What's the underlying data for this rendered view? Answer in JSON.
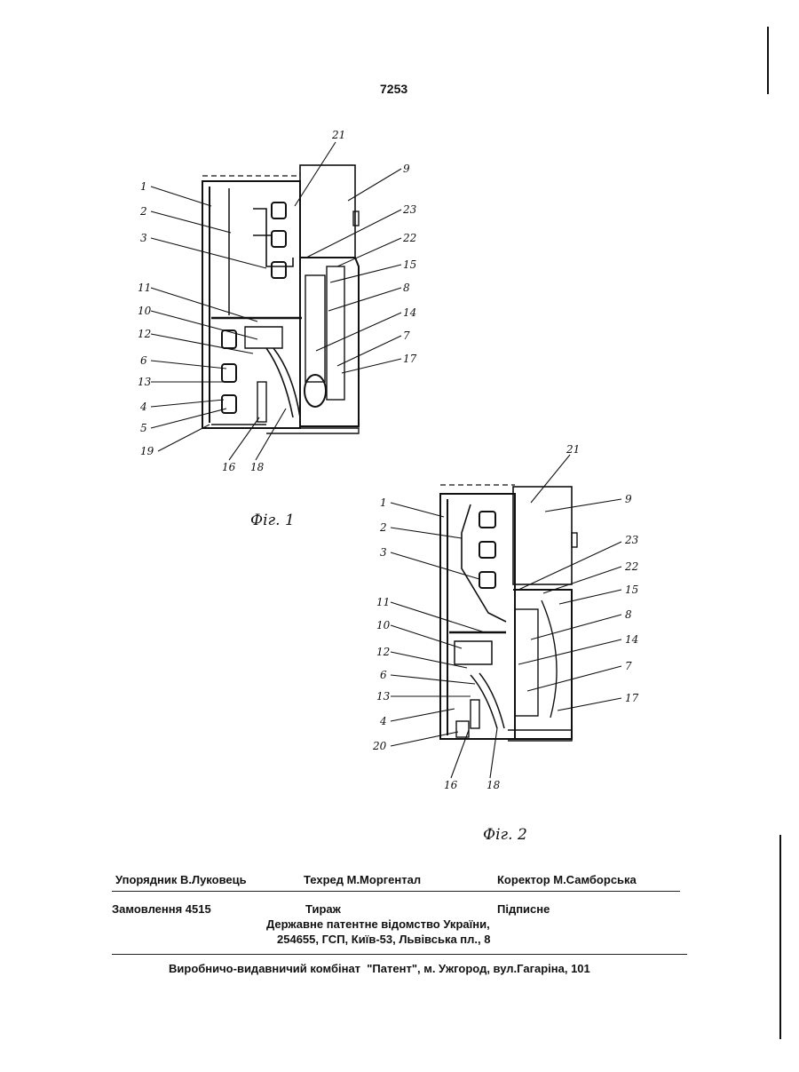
{
  "page_number": "7253",
  "figures": [
    {
      "caption": "Фіг. 1",
      "labels": [
        "1",
        "2",
        "3",
        "11",
        "10",
        "12",
        "6",
        "13",
        "4",
        "5",
        "19",
        "16",
        "18",
        "21",
        "9",
        "23",
        "22",
        "15",
        "8",
        "14",
        "7",
        "17"
      ]
    },
    {
      "caption": "Фіг. 2",
      "labels": [
        "1",
        "2",
        "3",
        "11",
        "10",
        "12",
        "6",
        "13",
        "4",
        "20",
        "16",
        "18",
        "21",
        "9",
        "23",
        "22",
        "15",
        "8",
        "14",
        "7",
        "17"
      ]
    }
  ],
  "imprint": {
    "compiler": "Упорядник  В.Луковець",
    "tech_editor": "Техред М.Моргентал",
    "proofreader": "Коректор М.Самборська",
    "order": "Замовлення 4515",
    "circulation": "Тираж",
    "subscription": "Підписне",
    "office_line1": "Державне патентне відомство України,",
    "office_line2": "254655, ГСП, Київ-53, Львівська пл., 8",
    "printer": "Виробничо-видавничий комбінат  \"Патент\", м. Ужгород, вул.Гагаріна, 101"
  }
}
